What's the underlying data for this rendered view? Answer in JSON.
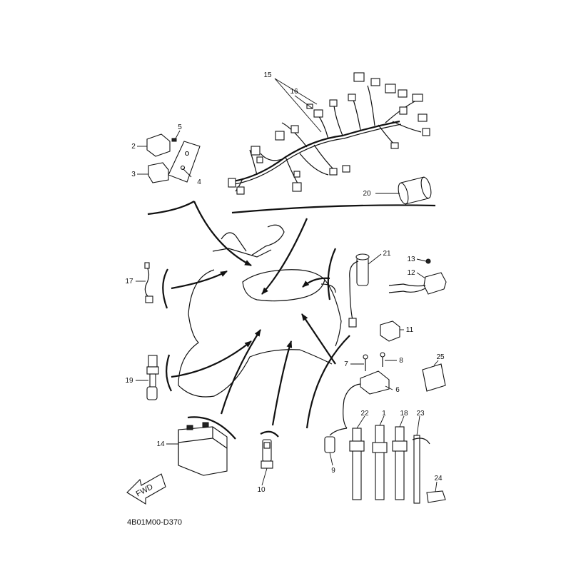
{
  "diagram_code": "4B01M00-D370",
  "fwd_label": "FWD",
  "callouts": {
    "c1": "1",
    "c2": "2",
    "c3": "3",
    "c4": "4",
    "c5": "5",
    "c6": "6",
    "c7": "7",
    "c8": "8",
    "c9": "9",
    "c10": "10",
    "c11": "11",
    "c12": "12",
    "c13": "13",
    "c14": "14",
    "c15": "15",
    "c16": "16",
    "c17": "17",
    "c18": "18",
    "c19": "19",
    "c20": "20",
    "c21": "21",
    "c22": "22",
    "c23": "23",
    "c24": "24",
    "c25": "25"
  }
}
